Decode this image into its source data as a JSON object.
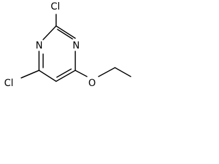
{
  "molecule": {
    "atoms": {
      "cl_top": "Cl",
      "n_left": "N",
      "n_right": "N",
      "cl_bottom": "Cl",
      "o": "O"
    },
    "colors": {
      "bond": "#000000",
      "text": "#000000",
      "background": "#ffffff"
    }
  }
}
